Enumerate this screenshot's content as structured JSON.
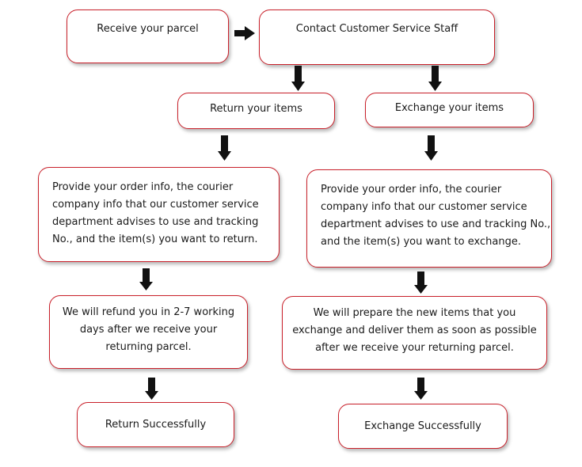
{
  "steps": {
    "receive": "Receive your parcel",
    "contact": "Contact Customer Service Staff",
    "return_items": "Return your items",
    "exchange_items": "Exchange your items",
    "return_info": [
      "Provide your order info, the courier",
      "company info that our customer service",
      "department advises to use and tracking",
      "No., and the item(s) you want to return."
    ],
    "exchange_info": [
      "Provide your order info, the courier",
      "company info that our customer service",
      "department advises to use and tracking No.,",
      "and the item(s) you want to exchange."
    ],
    "refund": [
      "We will refund you in 2-7 working",
      "days after we receive your",
      "returning parcel."
    ],
    "prepare": [
      "We will prepare the new items that you",
      "exchange  and deliver them as soon as possible",
      "after we receive your returning parcel."
    ],
    "return_success": "Return Successfully",
    "exchange_success": "Exchange Successfully"
  },
  "colors": {
    "box_border": "#c9202a",
    "arrow_fill": "#111111"
  }
}
